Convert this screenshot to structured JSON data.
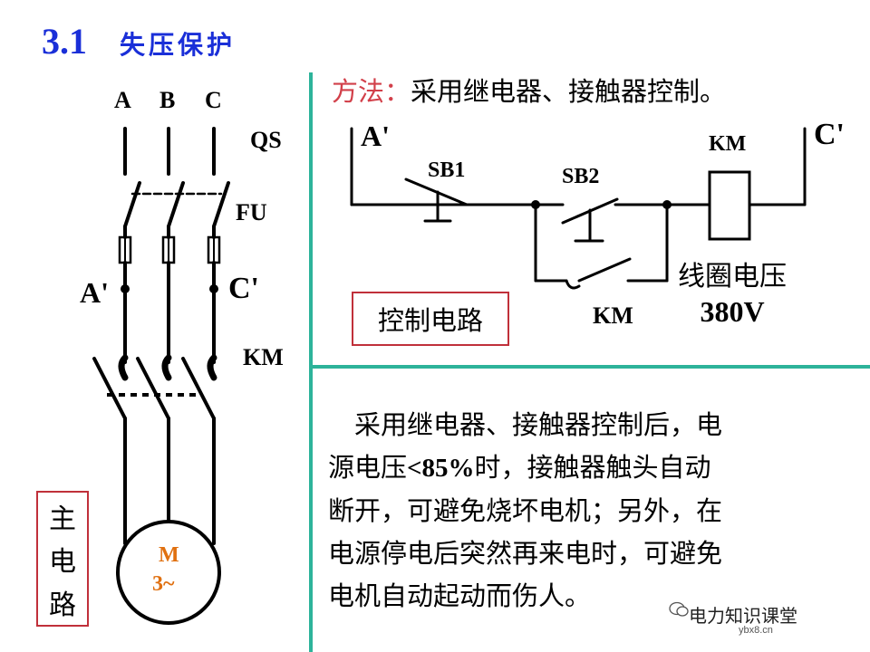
{
  "title": {
    "number": "3.1",
    "text": "失压保护"
  },
  "main_circuit": {
    "phases": [
      "A",
      "B",
      "C"
    ],
    "qs_label": "QS",
    "fu_label": "FU",
    "node_a": "A'",
    "node_c": "C'",
    "km_label": "KM",
    "motor_line1": "M",
    "motor_line2": "3~",
    "label_chars": [
      "主",
      "电",
      "路"
    ]
  },
  "method": {
    "prefix": "方法：",
    "text": "采用继电器、接触器控制。"
  },
  "control_circuit": {
    "node_a": "A'",
    "node_c": "C'",
    "sb1_label": "SB1",
    "sb2_label": "SB2",
    "km_coil_label": "KM",
    "km_contact_label": "KM",
    "coil_voltage_line1": "线圈电压",
    "coil_voltage_line2": "380V",
    "box_label": "控制电路"
  },
  "description": {
    "line1": "采用继电器、接触器控制后，电",
    "line2_pre": "源电压",
    "line2_bold": "<85%",
    "line2_post": "时，接触器触头自动",
    "line3": "断开，可避免烧坏电机；另外，在",
    "line4": "电源停电后突然再来电时，可避免",
    "line5": "电机自动起动而伤人。"
  },
  "watermark": {
    "text": "电力知识课堂",
    "sub": "ybx8.cn"
  },
  "colors": {
    "title": "#1a2fd8",
    "divider": "#2db39a",
    "accent": "#d2404a",
    "motor_text": "#e07010"
  }
}
